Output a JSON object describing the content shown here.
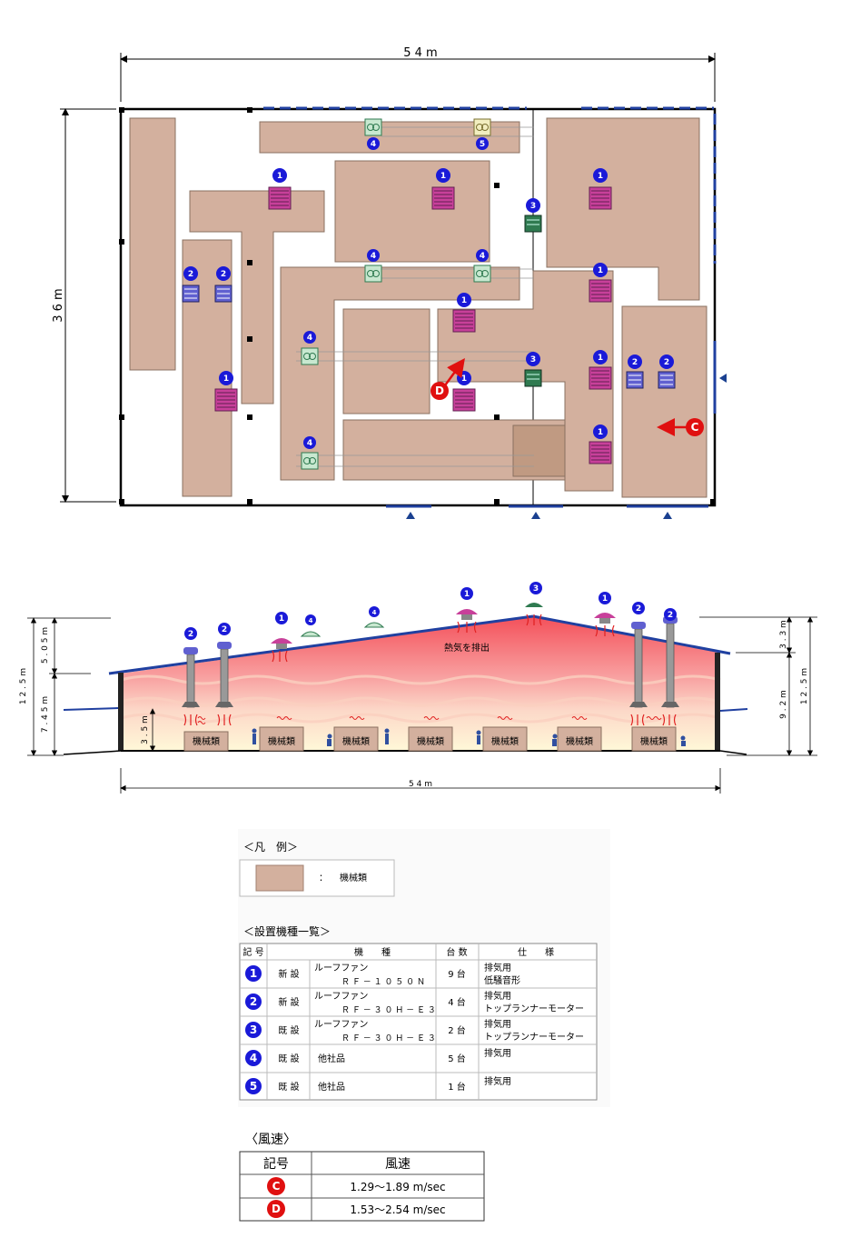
{
  "plan": {
    "width_label": "5 4 m",
    "height_label": "3 6 m",
    "arrow_c_label": "C",
    "arrow_d_label": "D"
  },
  "section": {
    "heat_label": "熱気を排出",
    "width_label": "5 4 m",
    "left_total": "1 2 . 5 m",
    "left_upper": "5 . 0 5 m",
    "left_lower": "7 . 4 5 m",
    "right_total": "1 2 . 5 m",
    "right_upper": "3 . 3 m",
    "right_lower": "9 . 2 m",
    "inner_height": "3 . 5 m",
    "machine_label": "機械類"
  },
  "legend": {
    "title": "＜凡　例＞",
    "colon": "：",
    "item_label": "機械類",
    "machine_color": "#d3b09e"
  },
  "equipment": {
    "title": "＜設置機種一覧＞",
    "headers": [
      "記 号",
      "機　　種",
      "台 数",
      "仕　　様"
    ],
    "rows": [
      {
        "no": "1",
        "status": "新 設",
        "model1": "ルーフファン",
        "model2": "Ｒ Ｆ － １ ０ ５ ０ Ｎ",
        "count": "9 台",
        "spec1": "排気用",
        "spec2": "低騒音形"
      },
      {
        "no": "2",
        "status": "新 設",
        "model1": "ルーフファン",
        "model2": "Ｒ Ｆ － ３ ０ Ｈ － Ｅ ３",
        "count": "4 台",
        "spec1": "排気用",
        "spec2": "トップランナーモーター"
      },
      {
        "no": "3",
        "status": "既 設",
        "model1": "ルーフファン",
        "model2": "Ｒ Ｆ － ３ ０ Ｈ － Ｅ ３",
        "count": "2 台",
        "spec1": "排気用",
        "spec2": "トップランナーモーター"
      },
      {
        "no": "4",
        "status": "既 設",
        "model1": "他社品",
        "model2": "",
        "count": "5 台",
        "spec1": "排気用",
        "spec2": ""
      },
      {
        "no": "5",
        "status": "既 設",
        "model1": "他社品",
        "model2": "",
        "count": "1 台",
        "spec1": "排気用",
        "spec2": ""
      }
    ]
  },
  "wind": {
    "title": "〈風速〉",
    "headers": [
      "記号",
      "風速"
    ],
    "rows": [
      {
        "symbol": "C",
        "value": "1.29〜1.89 m/sec"
      },
      {
        "symbol": "D",
        "value": "1.53〜2.54 m/sec"
      }
    ]
  },
  "colors": {
    "badge_blue": "#1a1ad8",
    "badge_red": "#e01010",
    "fan_magenta": "#c8409a",
    "fan_purple": "#6060d0",
    "fan_green": "#2f7a50",
    "fan_mint": "#c8e8d0",
    "fan_yellow": "#f2eec0",
    "wall_blue": "#2040a0"
  }
}
